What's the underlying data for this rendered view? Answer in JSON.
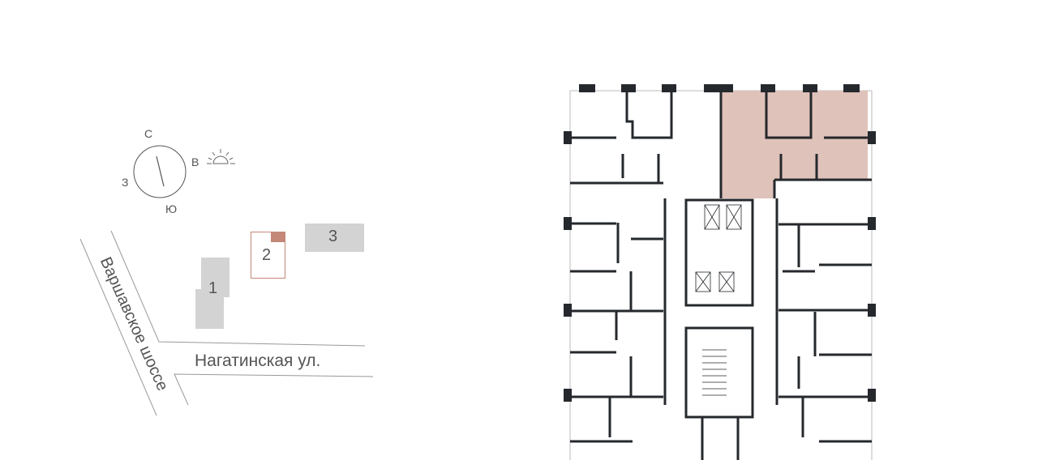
{
  "site_plan": {
    "compass": {
      "north": "С",
      "east": "В",
      "west": "З",
      "south": "Ю"
    },
    "buildings": [
      {
        "number": "1",
        "selected": false
      },
      {
        "number": "2",
        "selected": true
      },
      {
        "number": "3",
        "selected": false
      }
    ],
    "streets": {
      "highway": "Варшавское шоссе",
      "street": "Нагатинская ул."
    }
  },
  "floor_plan": {
    "highlighted_apartment_color": "#dfc2ba"
  },
  "colors": {
    "accent": "#c48878",
    "building": "#d3d3d3",
    "wall": "#25282c",
    "text": "#555555"
  }
}
